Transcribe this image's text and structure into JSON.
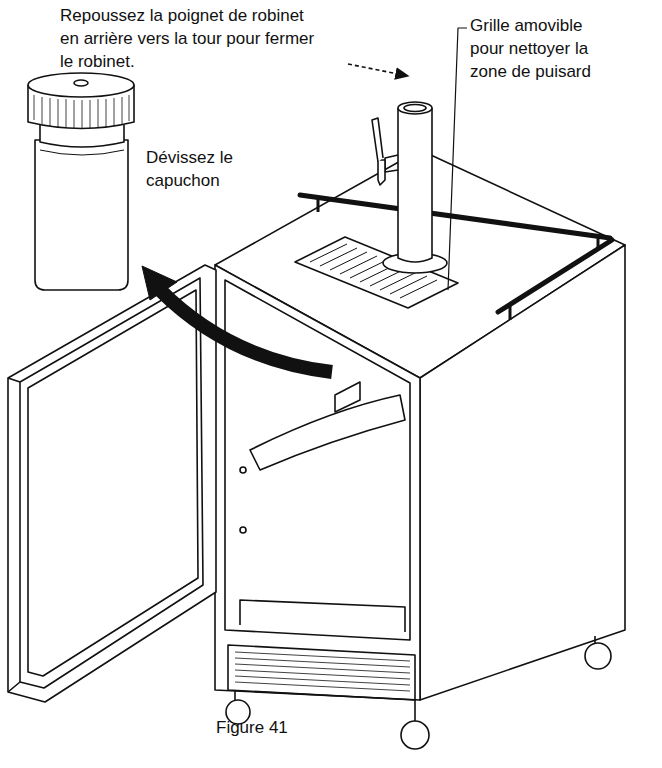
{
  "diagram": {
    "caption": "Figure 41",
    "labels": [
      "Repoussez la poignet de robinet en arrière vers la tour pour fermer le robinet.",
      "Grille amovible pour nettoyer la zone de puisard",
      "Dévissez le capuchon"
    ]
  }
}
